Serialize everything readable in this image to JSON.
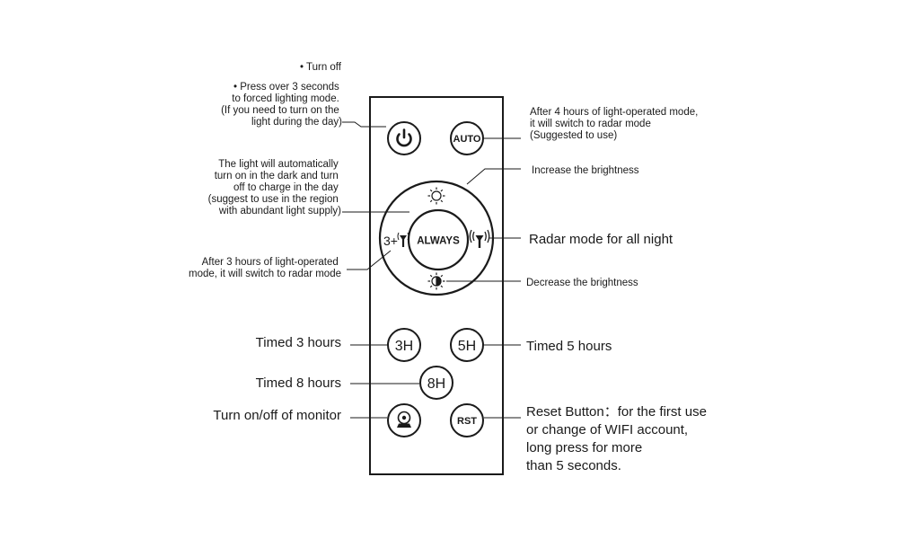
{
  "remote": {
    "buttons": {
      "power": "",
      "auto": "AUTO",
      "always": "ALWAYS",
      "three_plus": "3+",
      "h3": "3H",
      "h5": "5H",
      "h8": "8H",
      "rst": "RST"
    }
  },
  "callouts": {
    "turn_off": "• Turn off",
    "press_over": [
      "• Press over 3 seconds",
      "to forced lighting mode.",
      "(If you need to turn on the",
      "light during the day)"
    ],
    "auto_desc": [
      "After 4 hours of light-operated mode,",
      "it will switch to radar mode",
      "(Suggested to use)"
    ],
    "increase": "Increase the brightness",
    "always_desc": [
      "The light will automatically",
      "turn on in the dark and turn",
      "off to charge in the day",
      "(suggest to use in the region",
      "with abundant light supply)"
    ],
    "radar_all_night": "Radar mode for all night",
    "three_plus_desc": [
      "After 3 hours of light-operated",
      "mode, it will switch to radar mode"
    ],
    "decrease": "Decrease the brightness",
    "timed3": "Timed 3 hours",
    "timed5": "Timed 5 hours",
    "timed8": "Timed 8 hours",
    "monitor": "Turn on/off of monitor",
    "reset": [
      "Reset Button：for the first use",
      "or change of WIFI account,",
      "long press for more",
      "than 5 seconds."
    ]
  }
}
